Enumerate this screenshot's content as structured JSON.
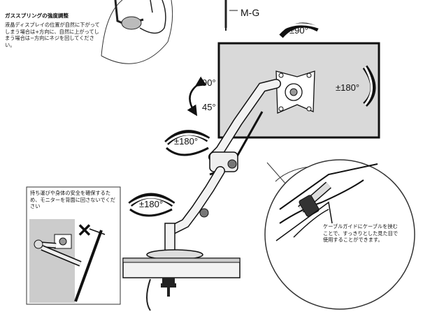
{
  "gas_spring_note": {
    "title": "ガススプリングの強度調整",
    "body": "液晶ディスプレイの位置が自然に下がってしまう場合は+方向に、自然に上がってしまう場合は−方向にネジを回してください。"
  },
  "labels": {
    "tool": "M-G",
    "top_rotation": "±90°",
    "screen_rotation": "±180°",
    "tilt_up": "90°",
    "tilt_down": "45°",
    "upper_joint_rotation": "±180°",
    "lower_joint_rotation": "±180°"
  },
  "safety_note": "持ち運びや身体の安全を確保するため、モニターを背面に回さないでください",
  "cable_note": "ケーブルガイドにケーブルを挟むことで、すっきりとした見た目で使用することができます。",
  "icons": {
    "prohibited": "✕"
  }
}
